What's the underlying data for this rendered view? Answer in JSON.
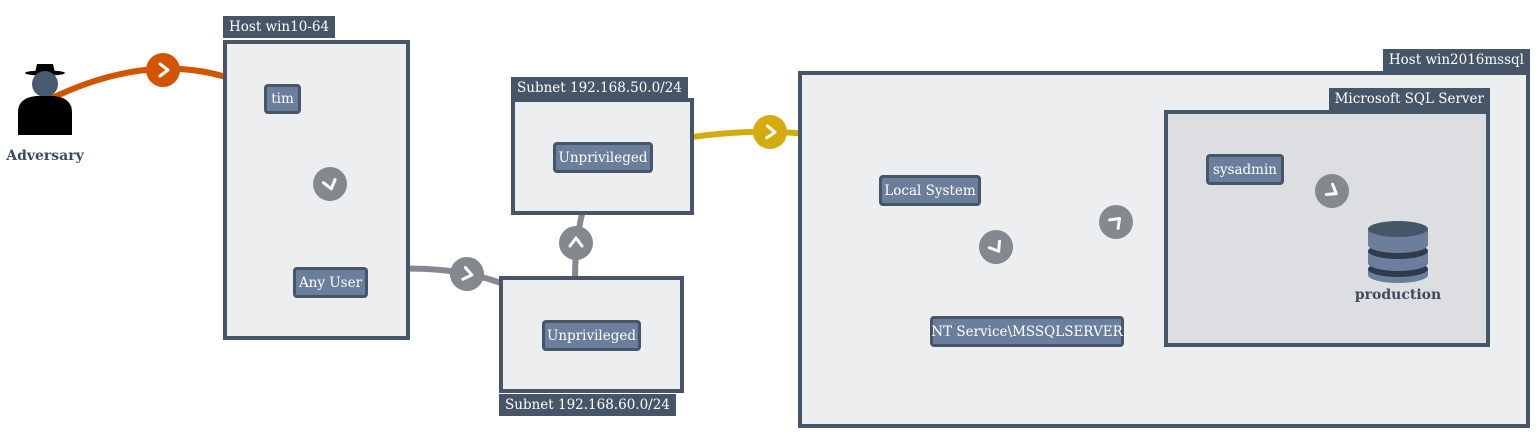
{
  "groups": {
    "host_win10": {
      "title": "Host win10-64"
    },
    "subnet_50": {
      "title": "Subnet 192.168.50.0/24"
    },
    "subnet_60": {
      "title": "Subnet 192.168.60.0/24"
    },
    "host_win2016": {
      "title": "Host win2016mssql"
    },
    "mssql_server": {
      "title": "Microsoft SQL Server"
    }
  },
  "nodes": {
    "tim": "tim",
    "any_user": "Any User",
    "unpriv_50": "Unprivileged",
    "unpriv_60": "Unprivileged",
    "local_system": "Local System",
    "nt_service": "NT Service\\MSSQLSERVER",
    "sysadmin": "sysadmin"
  },
  "entities": {
    "adversary": {
      "label": "Adversary",
      "icon": "adversary-icon"
    },
    "production": {
      "label": "production",
      "icon": "database-icon"
    }
  },
  "edge_colors": {
    "initial_access": "#d35400",
    "lateral_movement": "#d4ac0d",
    "normal": "#84898f"
  }
}
